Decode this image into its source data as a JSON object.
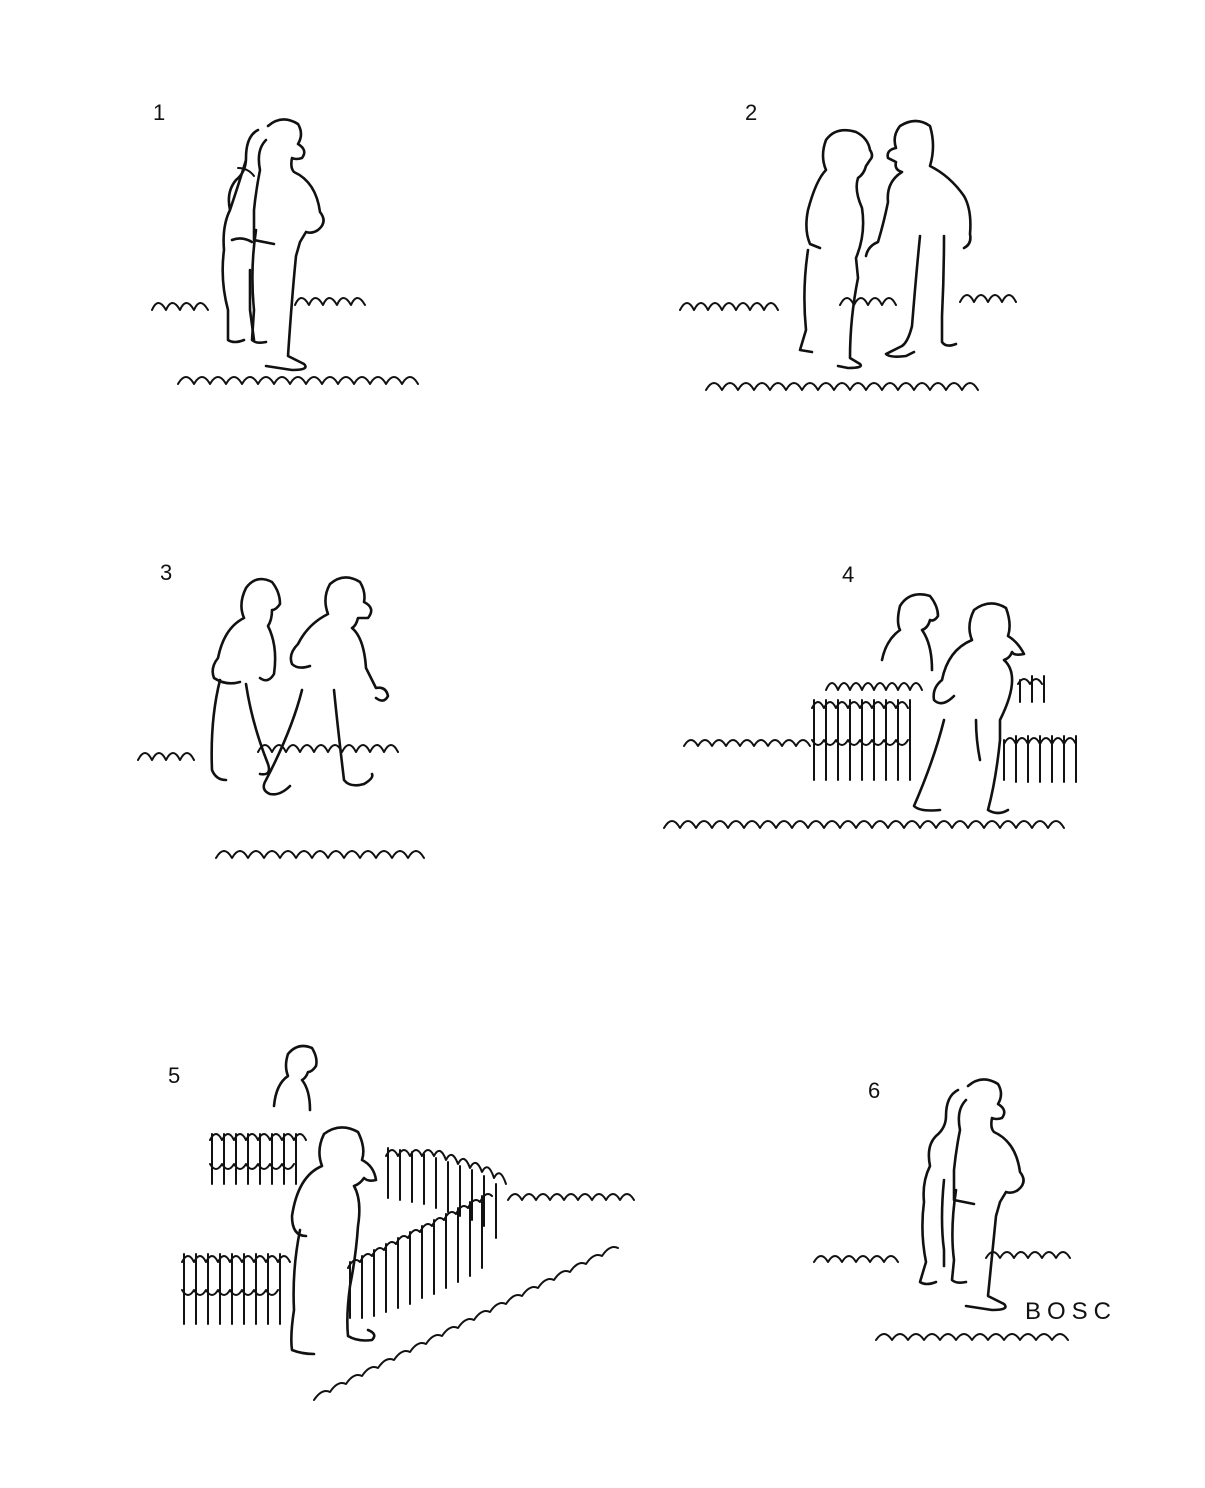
{
  "panels": [
    {
      "number": "1"
    },
    {
      "number": "2"
    },
    {
      "number": "3"
    },
    {
      "number": "4"
    },
    {
      "number": "5"
    },
    {
      "number": "6"
    }
  ],
  "signature": "BOSC",
  "ink_color": "#111111",
  "background_color": "#ffffff"
}
